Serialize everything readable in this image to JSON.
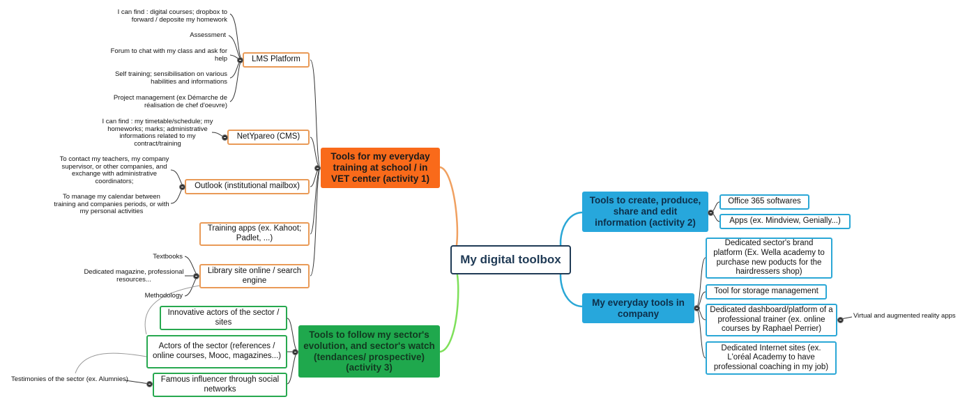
{
  "center": "My digital toolbox",
  "branches": {
    "training": {
      "title": "Tools for my everyday training at school / in VET center (activity 1)",
      "lms": {
        "label": "LMS Platform",
        "notes": [
          "I can find : digital courses; dropbox to forward / deposite my homework",
          "Assessment",
          "Forum to chat with my class and ask for help",
          "Self training; sensibilisation on various habilities and informations",
          "Project management (ex Démarche de réalisation de chef d'oeuvre)"
        ]
      },
      "netypareo": {
        "label": "NetYpareo (CMS)",
        "note": "I can find : my timetable/schedule; my homeworks; marks; administrative informations related to my contract/training"
      },
      "outlook": {
        "label": "Outlook (institutional mailbox)",
        "notes": [
          "To contact my teachers, my company supervisor, or other companies, and exchange with administrative coordinators;",
          "To manage my calendar between training and companies periods, or with my personal activities"
        ]
      },
      "training_apps": "Training apps (ex. Kahoot; Padlet, ...)",
      "library": {
        "label": "Library site online / search engine",
        "notes": [
          "Textbooks",
          "Dedicated magazine, professional resources...",
          "Methodology"
        ]
      }
    },
    "watch": {
      "title": "Tools to follow my sector's evolution, and sector's watch (tendances/ prospective)(activity 3)",
      "innovative": "Innovative actors of the sector / sites",
      "actors": "Actors of the sector (references / online courses, Mooc, magazines...)",
      "influencer": {
        "label": "Famous influencer through social networks",
        "note": "Testimonies of the sector (ex. Alumnies)"
      }
    },
    "create": {
      "title": "Tools to create, produce, share and edit information (activity 2)",
      "office": "Office 365 softwares",
      "apps": "Apps (ex. Mindview, Genially...)"
    },
    "company": {
      "title": "My everyday tools in company",
      "brand": "Dedicated sector's brand platform (Ex. Wella academy to purchase new poducts for the hairdressers shop)",
      "storage": "Tool for storage management",
      "dashboard": {
        "label": "Dedicated dashboard/platform of a professional trainer (ex. online courses by Raphael Perrier)",
        "note": "Virtual and augmented reality apps"
      },
      "internet": "Dedicated Internet sites (ex. L'oréal Academy to have professional coaching in my job)"
    }
  },
  "colors": {
    "center_border": "#1f3a55",
    "training": "#f96a1a",
    "training_border": "#e99a57",
    "watch": "#1fa84d",
    "create_company": "#27a7dc"
  }
}
